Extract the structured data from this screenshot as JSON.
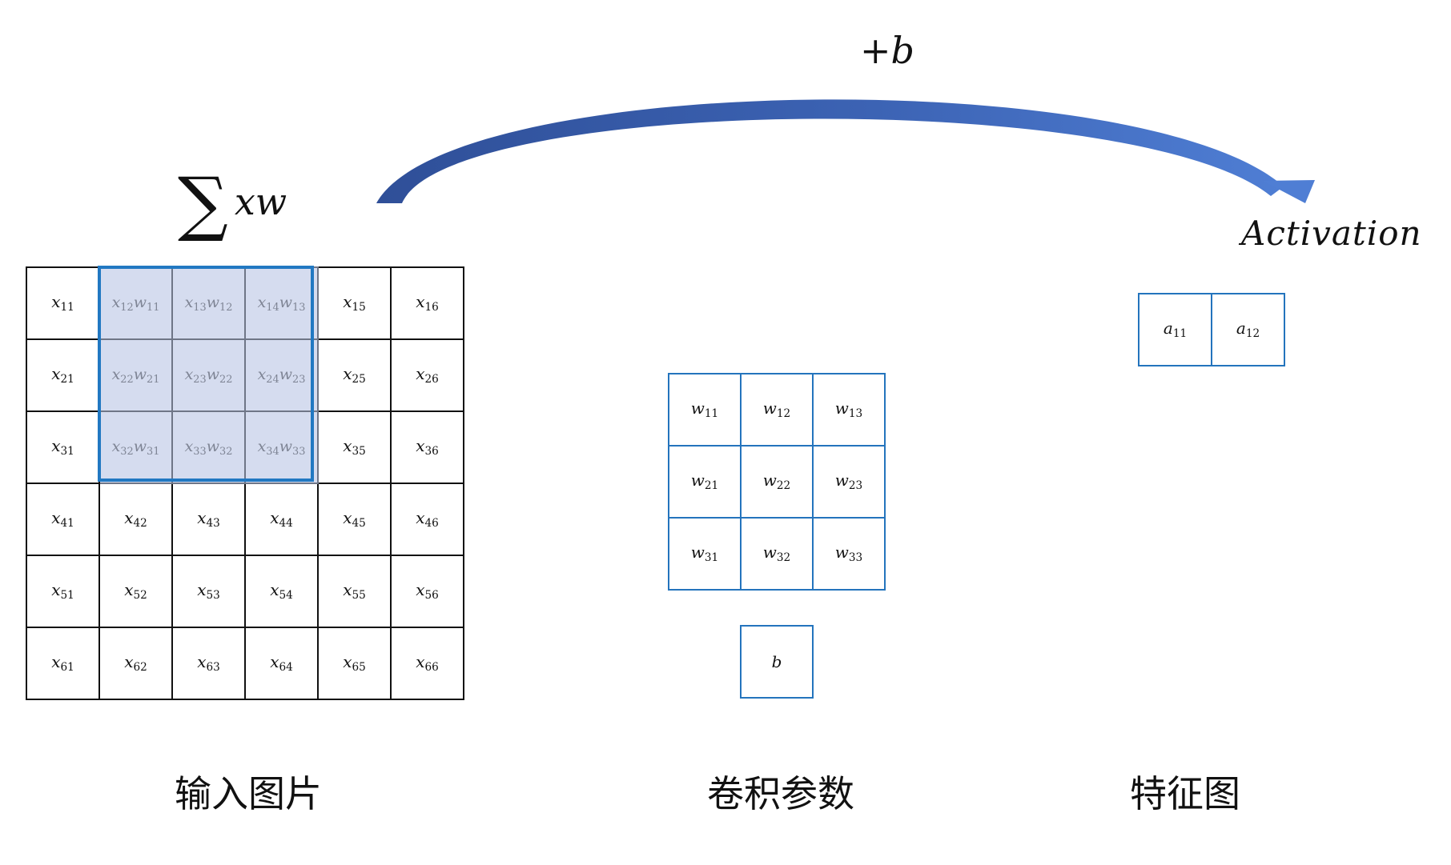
{
  "colors": {
    "highlight_fill": "#d5dcef",
    "window_outline": "#2178c2",
    "grid_border_blue": "#2474bd",
    "arrow": "#3a5ea8"
  },
  "formulas": {
    "sum": "xw",
    "bias": "+b",
    "activation": "Activation"
  },
  "captions": {
    "input": "输入图片",
    "kernel": "卷积参数",
    "feature": "特征图"
  },
  "input_grid": {
    "rows": [
      [
        {
          "v": "x",
          "s": "11"
        },
        {
          "v": "x",
          "s": "12",
          "w": "11",
          "hl": true
        },
        {
          "v": "x",
          "s": "13",
          "w": "12",
          "hl": true
        },
        {
          "v": "x",
          "s": "14",
          "w": "13",
          "hl": true
        },
        {
          "v": "x",
          "s": "15"
        },
        {
          "v": "x",
          "s": "16"
        }
      ],
      [
        {
          "v": "x",
          "s": "21"
        },
        {
          "v": "x",
          "s": "22",
          "w": "21",
          "hl": true
        },
        {
          "v": "x",
          "s": "23",
          "w": "22",
          "hl": true
        },
        {
          "v": "x",
          "s": "24",
          "w": "23",
          "hl": true
        },
        {
          "v": "x",
          "s": "25"
        },
        {
          "v": "x",
          "s": "26"
        }
      ],
      [
        {
          "v": "x",
          "s": "31"
        },
        {
          "v": "x",
          "s": "32",
          "w": "31",
          "hl": true
        },
        {
          "v": "x",
          "s": "33",
          "w": "32",
          "hl": true
        },
        {
          "v": "x",
          "s": "34",
          "w": "33",
          "hl": true
        },
        {
          "v": "x",
          "s": "35"
        },
        {
          "v": "x",
          "s": "36"
        }
      ],
      [
        {
          "v": "x",
          "s": "41"
        },
        {
          "v": "x",
          "s": "42"
        },
        {
          "v": "x",
          "s": "43"
        },
        {
          "v": "x",
          "s": "44"
        },
        {
          "v": "x",
          "s": "45"
        },
        {
          "v": "x",
          "s": "46"
        }
      ],
      [
        {
          "v": "x",
          "s": "51"
        },
        {
          "v": "x",
          "s": "52"
        },
        {
          "v": "x",
          "s": "53"
        },
        {
          "v": "x",
          "s": "54"
        },
        {
          "v": "x",
          "s": "55"
        },
        {
          "v": "x",
          "s": "56"
        }
      ],
      [
        {
          "v": "x",
          "s": "61"
        },
        {
          "v": "x",
          "s": "62"
        },
        {
          "v": "x",
          "s": "63"
        },
        {
          "v": "x",
          "s": "64"
        },
        {
          "v": "x",
          "s": "65"
        },
        {
          "v": "x",
          "s": "66"
        }
      ]
    ]
  },
  "kernel_grid": {
    "rows": [
      [
        {
          "v": "w",
          "s": "11"
        },
        {
          "v": "w",
          "s": "12"
        },
        {
          "v": "w",
          "s": "13"
        }
      ],
      [
        {
          "v": "w",
          "s": "21"
        },
        {
          "v": "w",
          "s": "22"
        },
        {
          "v": "w",
          "s": "23"
        }
      ],
      [
        {
          "v": "w",
          "s": "31"
        },
        {
          "v": "w",
          "s": "32"
        },
        {
          "v": "w",
          "s": "33"
        }
      ]
    ]
  },
  "bias_grid": {
    "rows": [
      [
        {
          "v": "b"
        }
      ]
    ]
  },
  "feature_grid": {
    "rows": [
      [
        {
          "v": "a",
          "s": "11"
        },
        {
          "v": "a",
          "s": "12"
        }
      ]
    ]
  }
}
